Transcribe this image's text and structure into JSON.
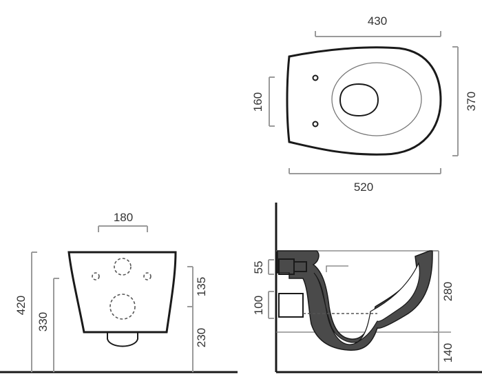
{
  "dimensions": {
    "top_width": "430",
    "top_depth": "370",
    "top_seat_spacing": "160",
    "top_length": "520",
    "front_outlet_width": "180",
    "front_height_total": "420",
    "front_height_inner": "330",
    "front_height_upper": "135",
    "front_height_lower": "230",
    "side_inlet": "55",
    "side_outlet": "100",
    "side_height_upper": "280",
    "side_height_lower": "140"
  },
  "colors": {
    "line": "#1a1a1a",
    "dimension": "#9a9a9a",
    "text": "#333333"
  }
}
